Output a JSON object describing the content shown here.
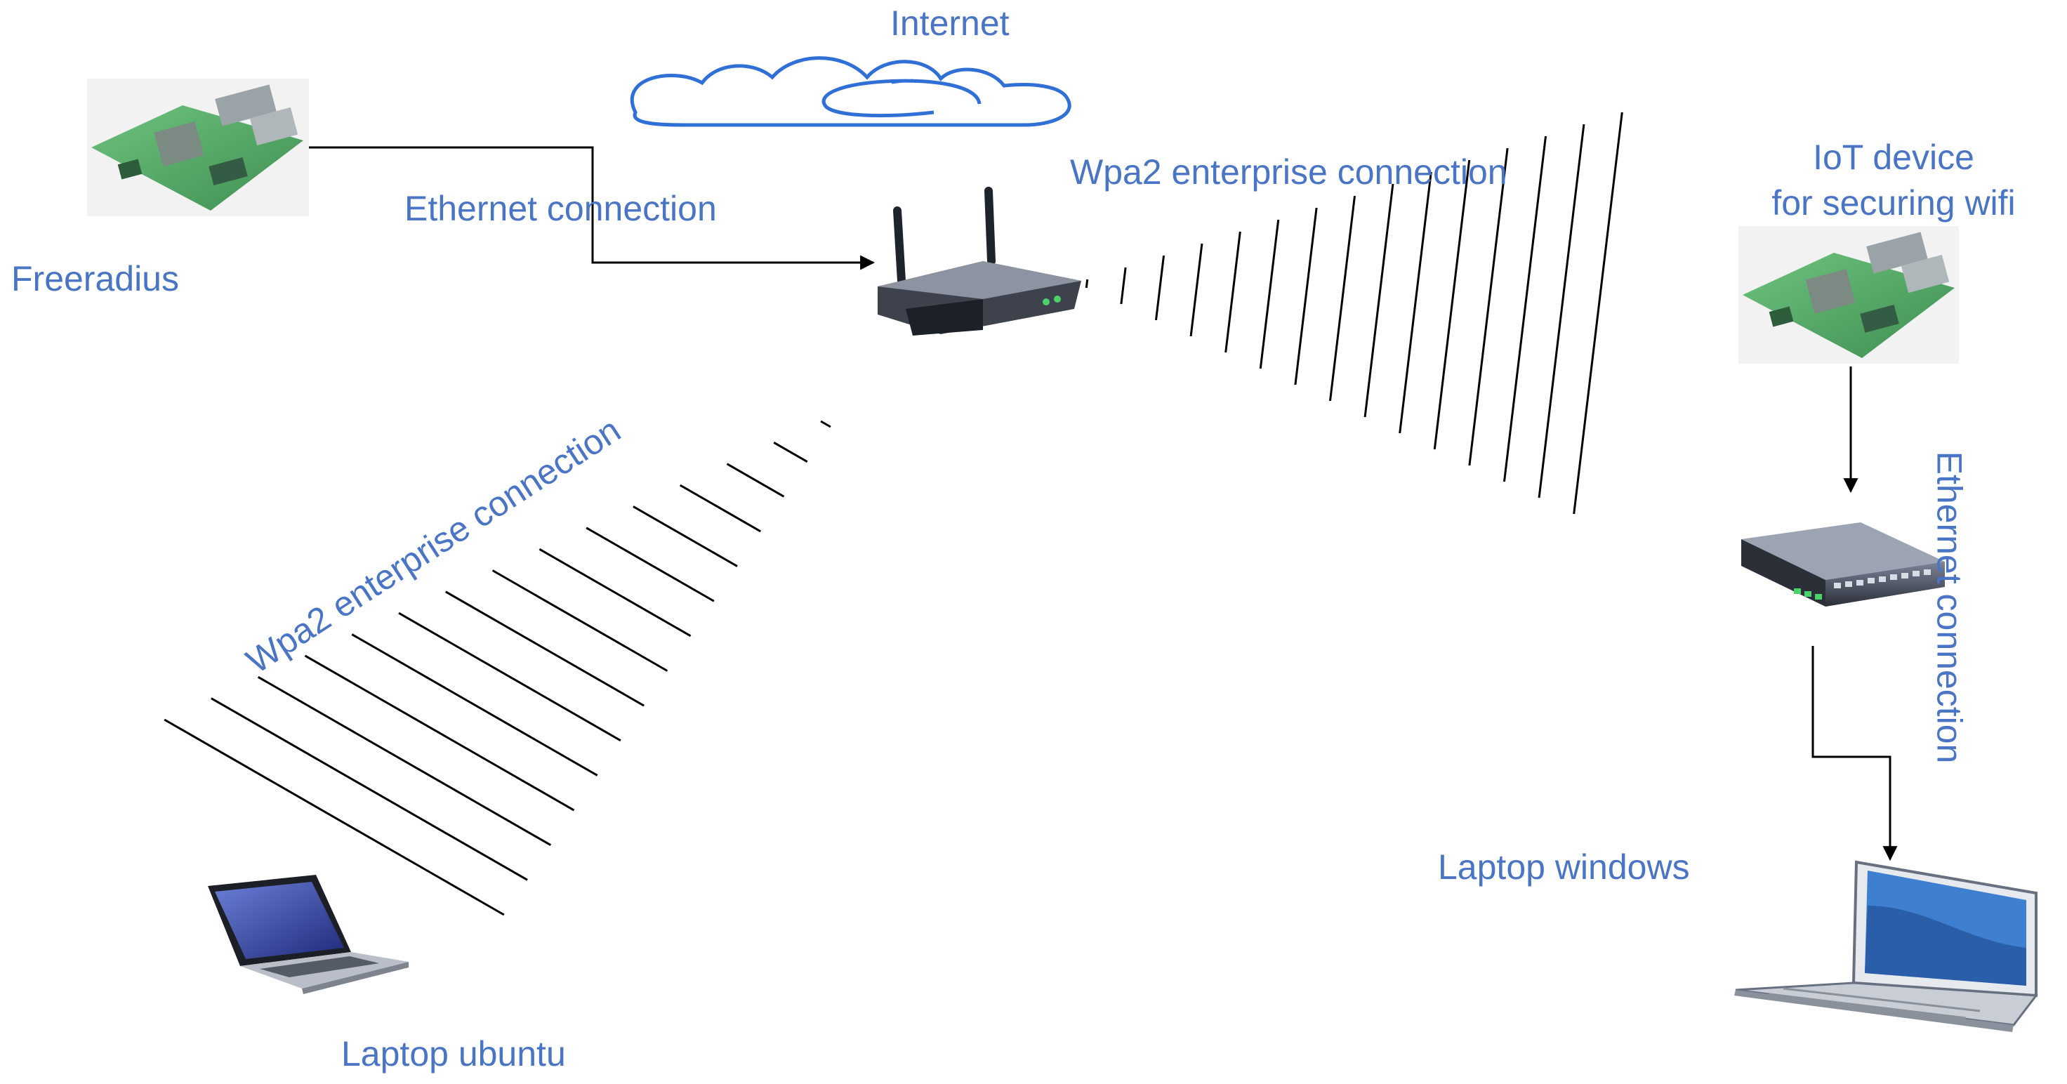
{
  "labels": {
    "internet": "Internet",
    "freeradius": "Freeradius",
    "ethernet_top": "Ethernet connection",
    "wpa2_right": "Wpa2 enterprise connection",
    "wpa2_left": "Wpa2 enterprise connection",
    "iot_line1": "IoT device",
    "iot_line2": "for securing wifi",
    "ethernet_right": "Ethernet connection",
    "laptop_windows": "Laptop windows",
    "laptop_ubuntu": "Laptop ubuntu"
  },
  "nodes": [
    {
      "id": "freeradius",
      "label": "Freeradius",
      "icon": "raspberry-pi-board-icon"
    },
    {
      "id": "router",
      "label": "",
      "icon": "wireless-router-icon"
    },
    {
      "id": "internet",
      "label": "Internet",
      "icon": "cloud-icon"
    },
    {
      "id": "iot",
      "label": "IoT device for securing wifi",
      "icon": "raspberry-pi-board-icon"
    },
    {
      "id": "switch",
      "label": "",
      "icon": "network-switch-icon"
    },
    {
      "id": "laptop_windows",
      "label": "Laptop windows",
      "icon": "laptop-icon"
    },
    {
      "id": "laptop_ubuntu",
      "label": "Laptop ubuntu",
      "icon": "laptop-icon"
    }
  ],
  "edges": [
    {
      "from": "freeradius",
      "to": "router",
      "label": "Ethernet connection",
      "style": "arrow"
    },
    {
      "from": "router",
      "to": "iot",
      "label": "Wpa2 enterprise connection",
      "style": "wireless"
    },
    {
      "from": "router",
      "to": "laptop_ubuntu",
      "label": "Wpa2 enterprise connection",
      "style": "wireless"
    },
    {
      "from": "iot",
      "to": "switch",
      "label": "Ethernet connection",
      "style": "arrow"
    },
    {
      "from": "switch",
      "to": "laptop_windows",
      "label": "Ethernet connection",
      "style": "arrow"
    }
  ],
  "colors": {
    "label": "#4a74c4",
    "cloud": "#2f6fd6",
    "line": "#000000",
    "board_green": "#4a9e5c",
    "device_dark": "#2b2f38",
    "screen_blue": "#3f7fcf"
  }
}
